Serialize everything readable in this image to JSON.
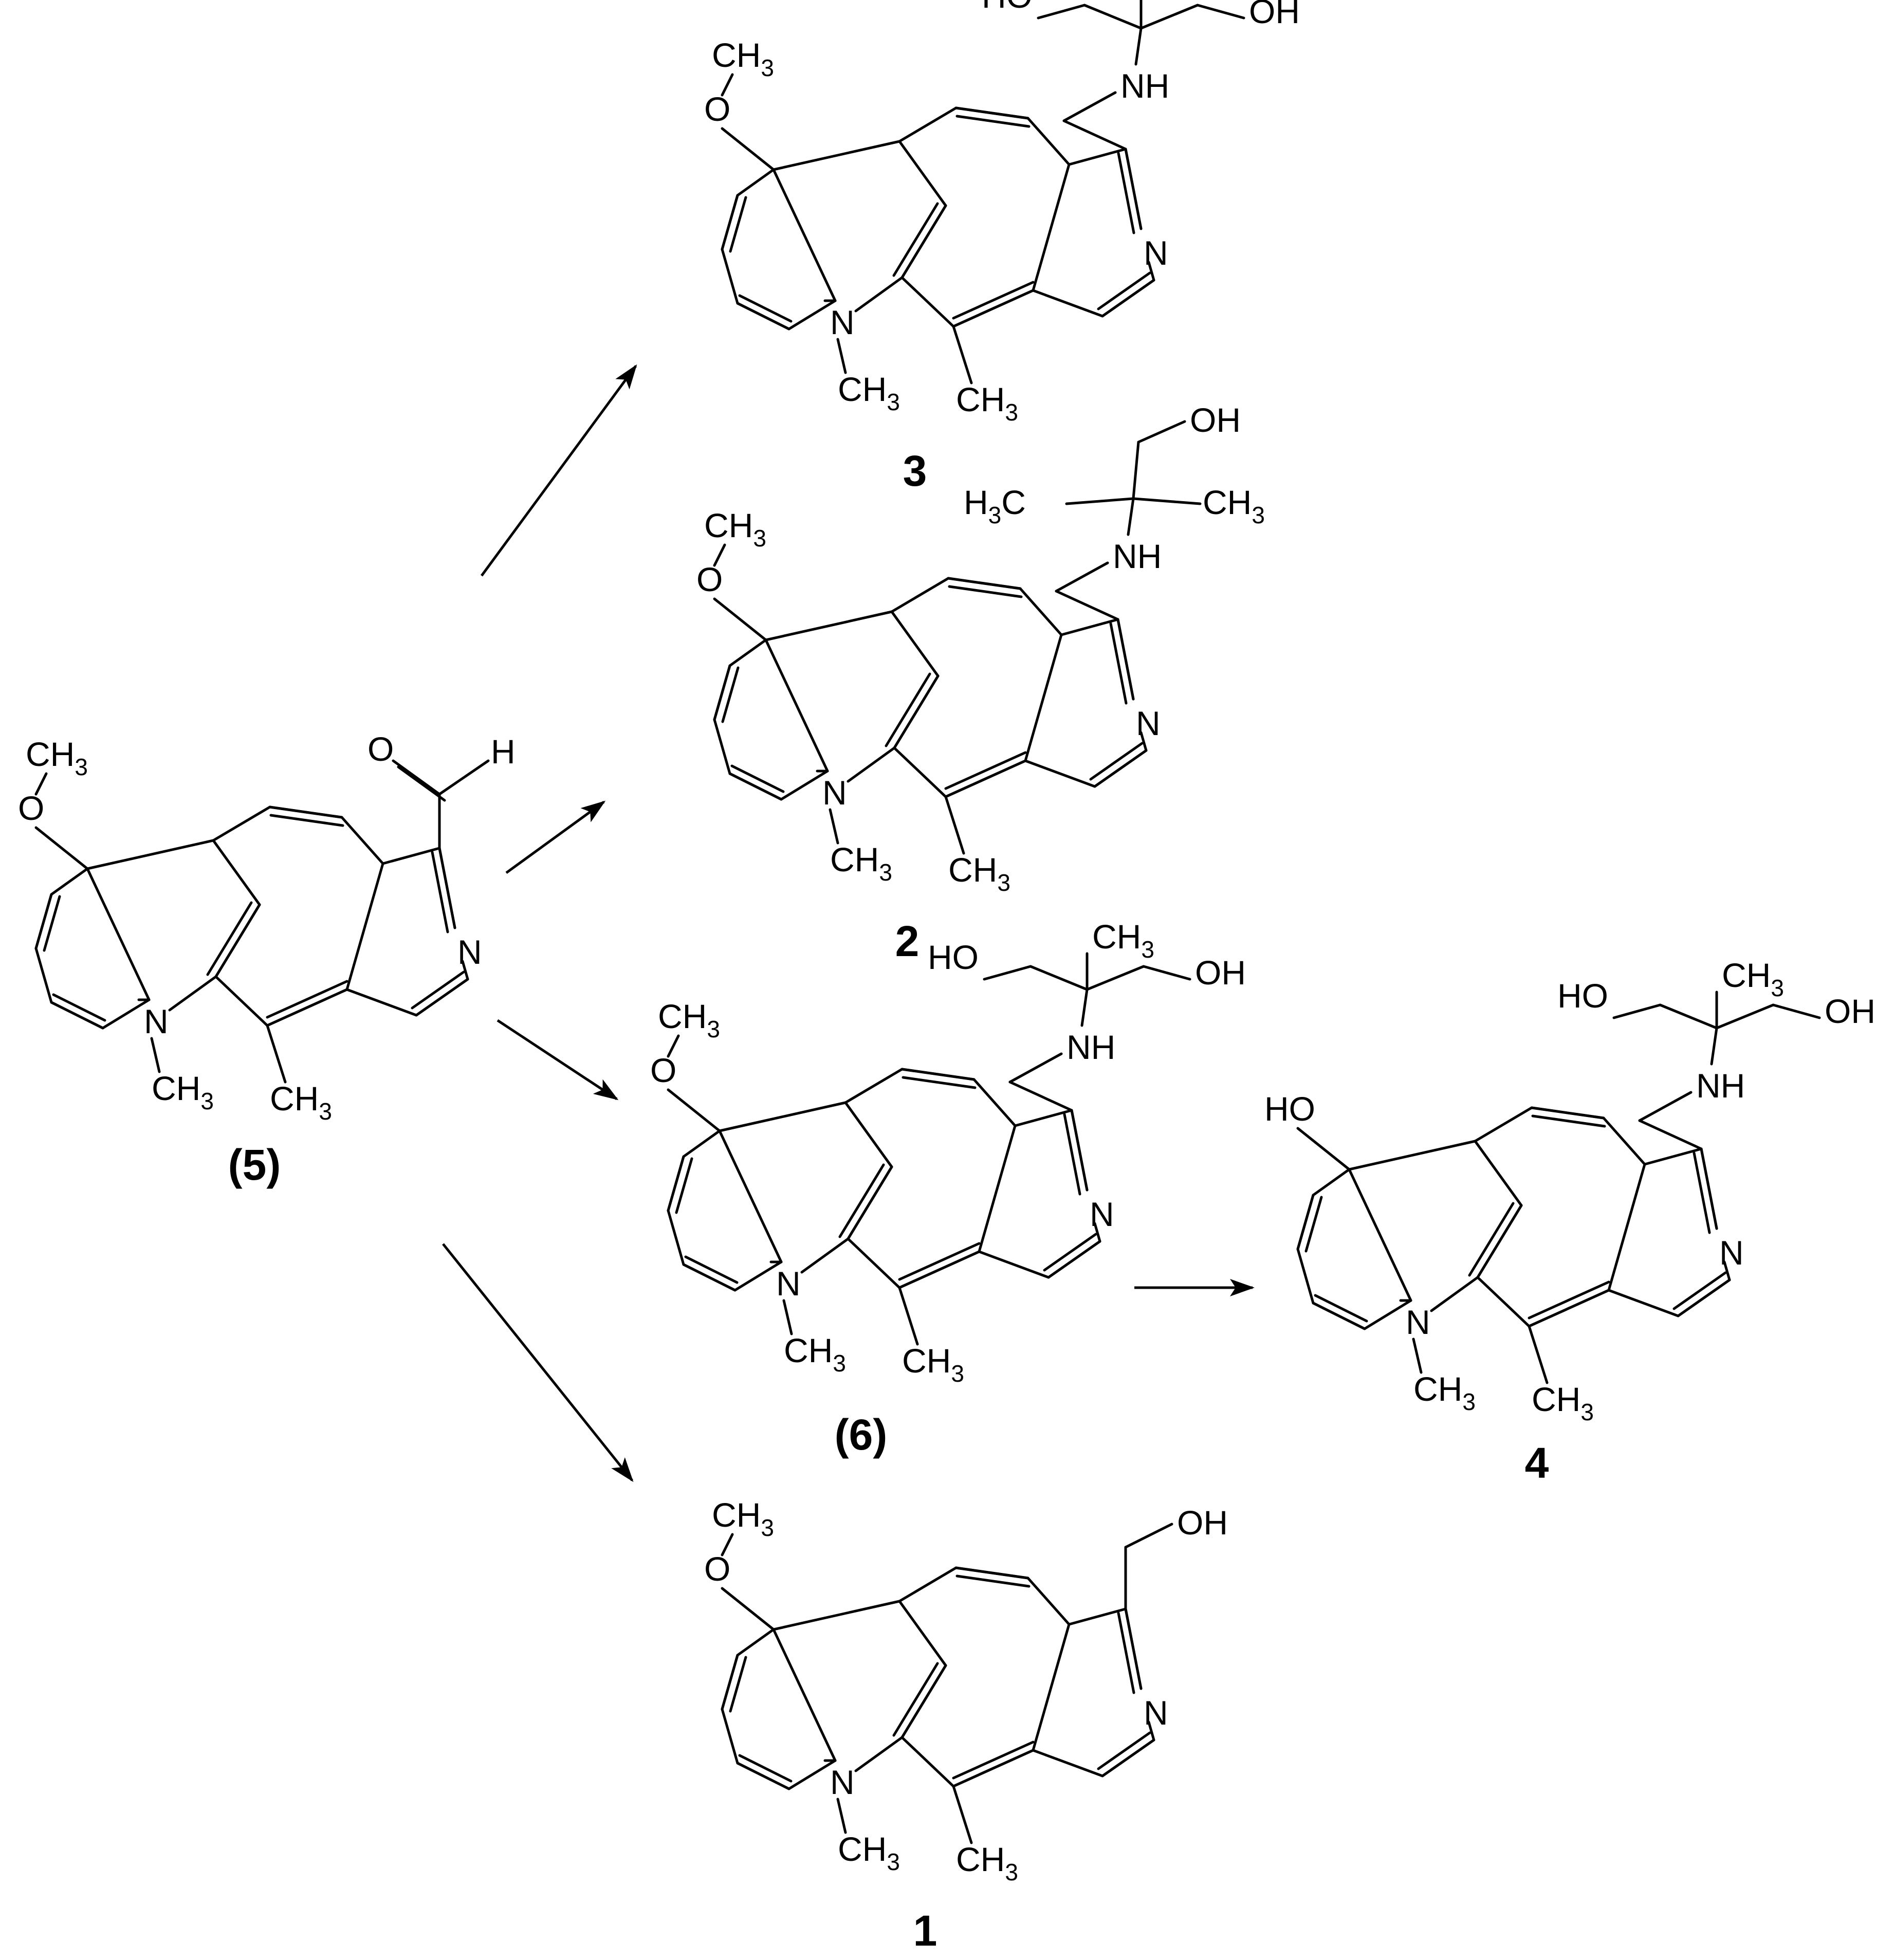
{
  "compounds": [
    {
      "id": "c5",
      "label": "(5)",
      "phenol": "OCH3",
      "side": "CHO"
    },
    {
      "id": "c3",
      "label": "3",
      "phenol": "OCH3",
      "side": "serinol"
    },
    {
      "id": "c2",
      "label": "2",
      "phenol": "OCH3",
      "side": "amp"
    },
    {
      "id": "c6",
      "label": "(6)",
      "phenol": "OCH3",
      "side": "ampd"
    },
    {
      "id": "c4",
      "label": "4",
      "phenol": "OH",
      "side": "ampd"
    },
    {
      "id": "c1",
      "label": "1",
      "phenol": "OCH3",
      "side": "CH2OH"
    }
  ],
  "atom_text": {
    "O": "O",
    "N": "N",
    "NH": "NH",
    "H": "H",
    "HO": "HO",
    "OH": "OH",
    "C": "C",
    "CH": "CH",
    "H3C": "H",
    "sub3": "3"
  }
}
